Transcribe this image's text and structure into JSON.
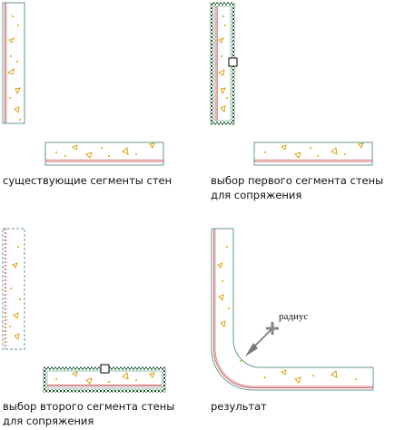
{
  "captions": {
    "existing": "существующие сегменты стен",
    "first_select": "выбор первого сегмента стены для сопряжения",
    "second_select": "выбор второго сегмента стены для сопряжения",
    "result": "результат"
  },
  "annotation": {
    "radius": "радиус"
  },
  "colors": {
    "wall_outline": "#5f9b8c",
    "finish_line": "#cc6666",
    "hatch": "#d99a00",
    "selection": "#1a5a2a",
    "grip": "#000000",
    "leader": "#777777"
  },
  "icons": {
    "grip": "square-grip-icon",
    "radius_marker": "plus-cursor-icon"
  }
}
